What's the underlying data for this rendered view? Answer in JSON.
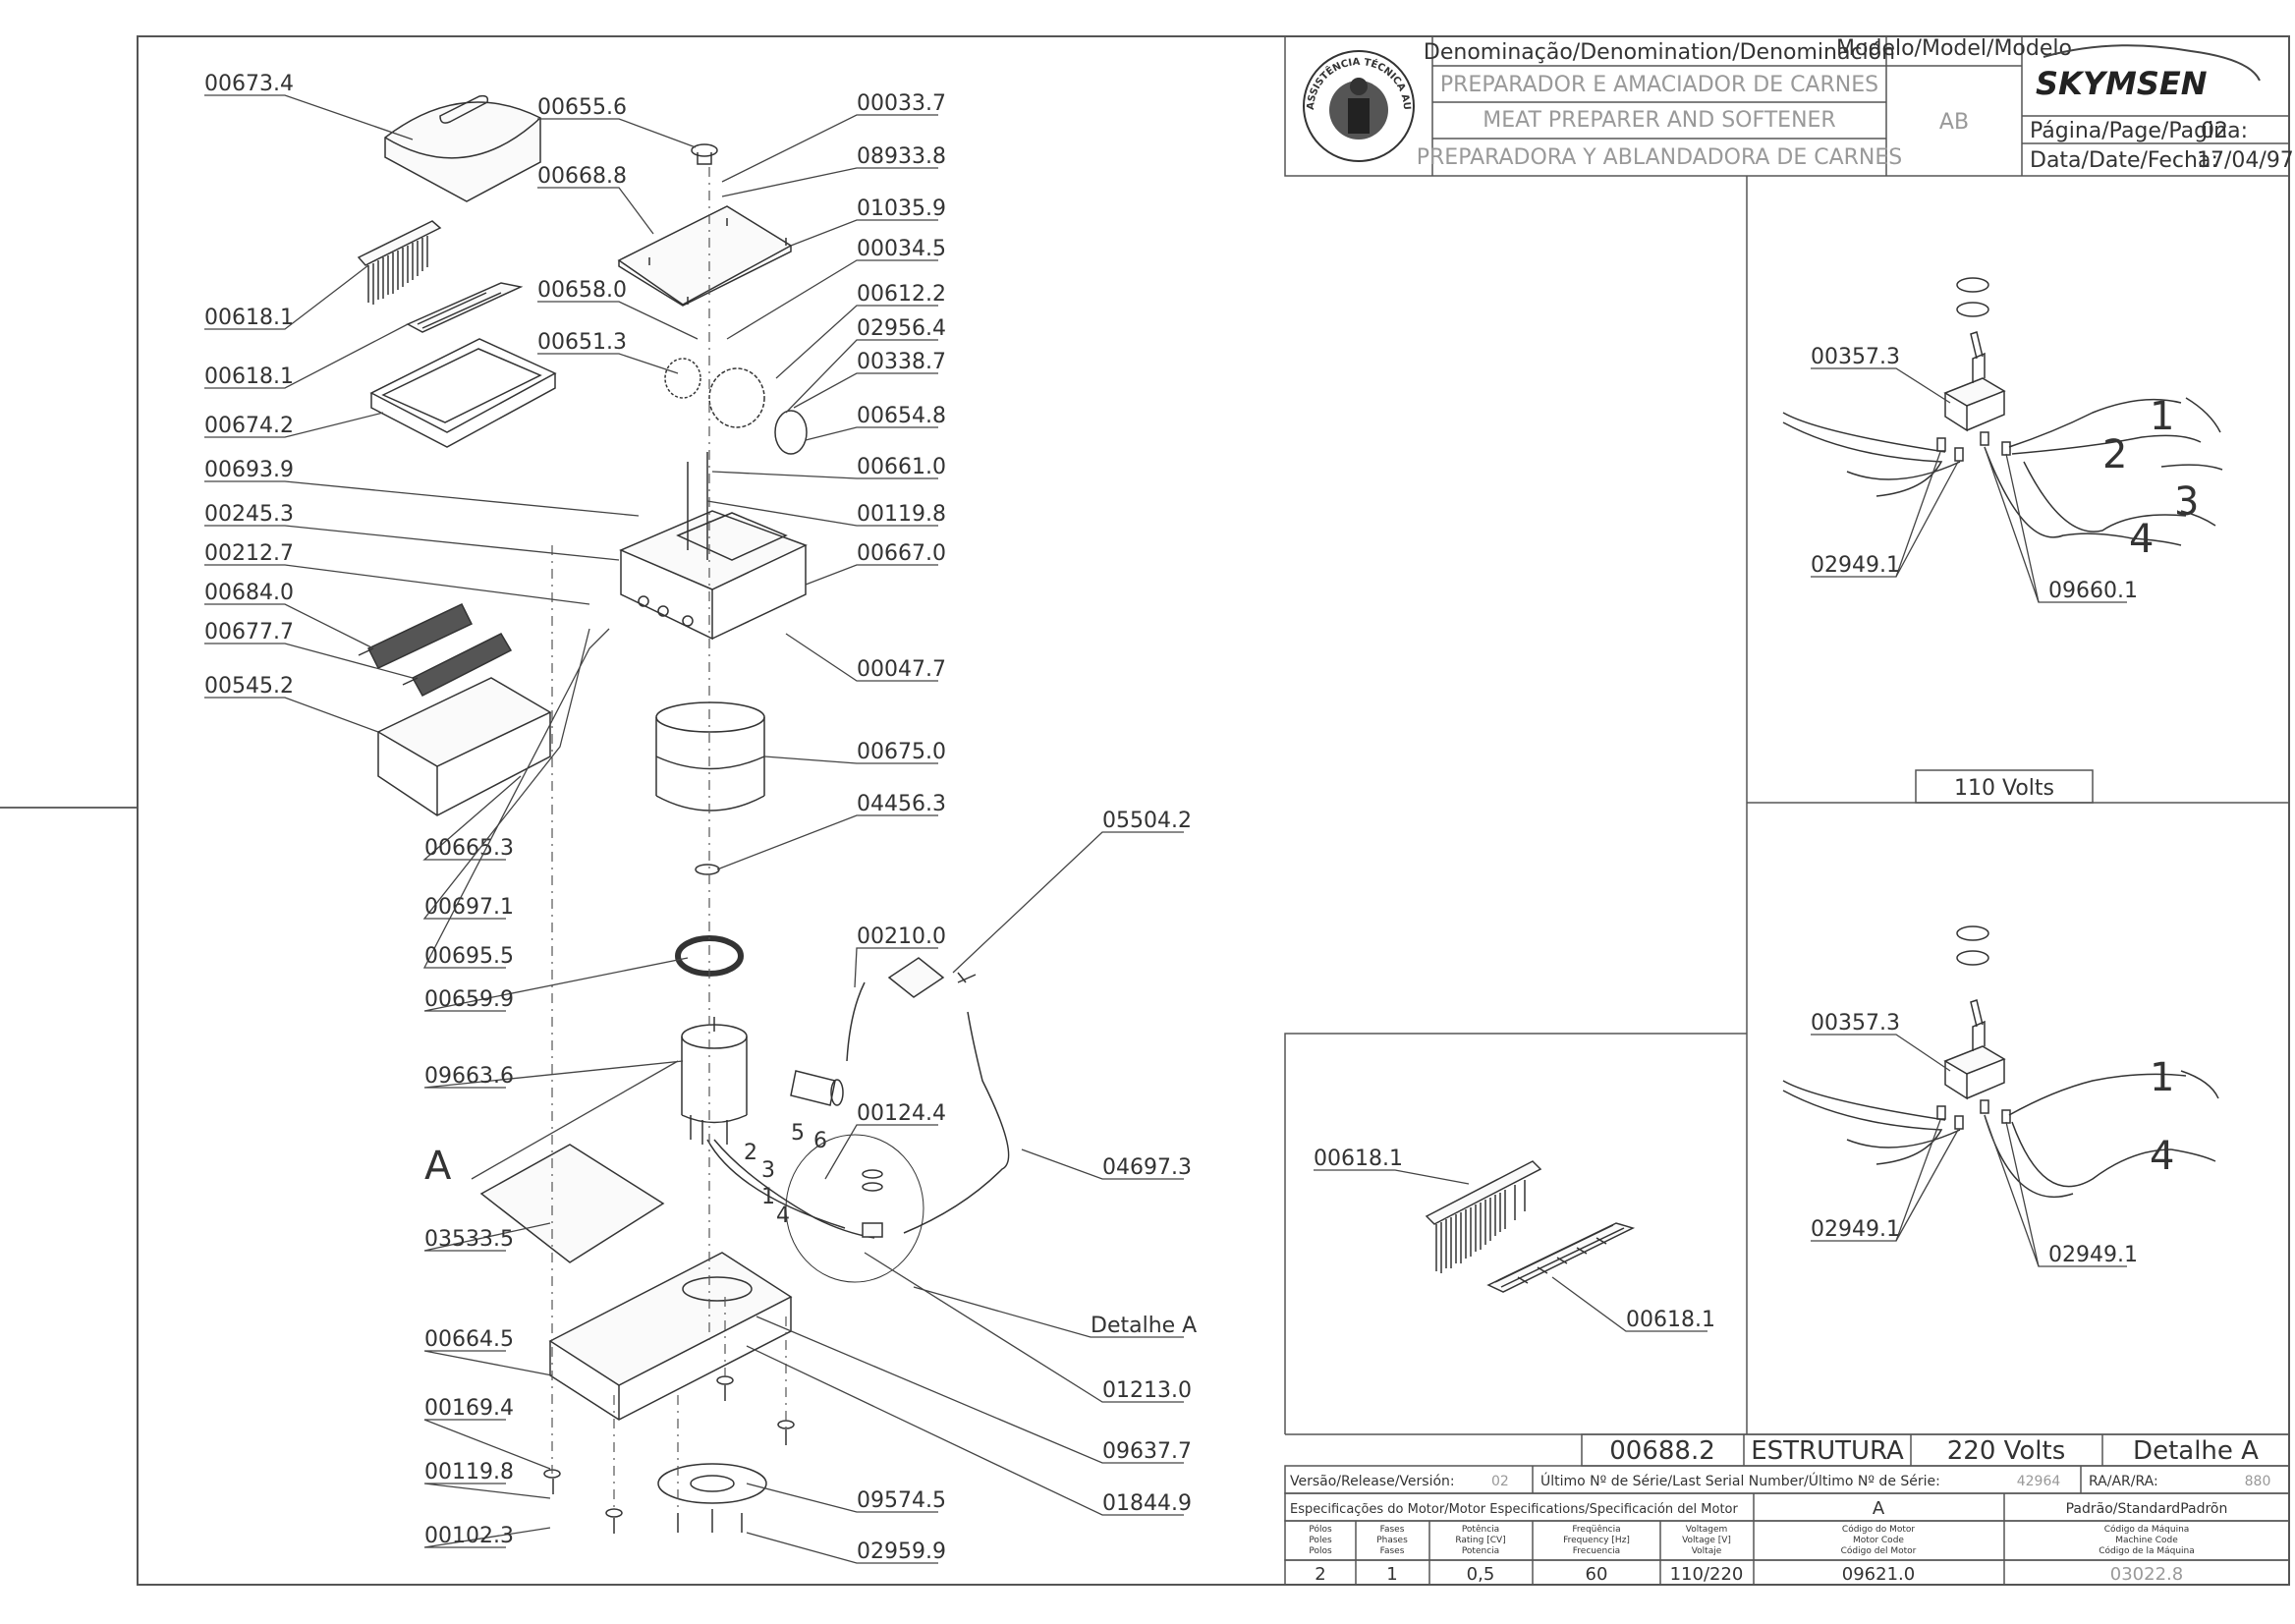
{
  "title_block": {
    "denomination_header": "Denominação/Denomination/Denominación",
    "model_header": "Modelo/Model/Modelo",
    "name_pt": "PREPARADOR E AMACIADOR DE CARNES",
    "name_en": "MEAT PREPARER AND SOFTENER",
    "name_es": "PREPARADORA Y ABLANDADORA DE CARNES",
    "model_value": "AB",
    "brand": "SKYMSEN",
    "page_label": "Página/Page/Pagina:",
    "page_value": "02",
    "date_label": "Data/Date/Fecha:",
    "date_value": "17/04/97",
    "seal_text": "ASSISTÊNCIA TÉCNICA AUTORIZADA"
  },
  "main_labels": [
    "00673.4",
    "00655.6",
    "00033.7",
    "08933.8",
    "00668.8",
    "01035.9",
    "00034.5",
    "00618.1",
    "00658.0",
    "00612.2",
    "02956.4",
    "00618.1",
    "00651.3",
    "00338.7",
    "00674.2",
    "00654.8",
    "00693.9",
    "00661.0",
    "00245.3",
    "00119.8",
    "00212.7",
    "00667.0",
    "00684.0",
    "00677.7",
    "00047.7",
    "00545.2",
    "00675.0",
    "04456.3",
    "00665.3",
    "05504.2",
    "00697.1",
    "00210.0",
    "00695.5",
    "00659.9",
    "09663.6",
    "A",
    "00124.4",
    "04697.3",
    "03533.5",
    "Detalhe A",
    "00664.5",
    "01213.0",
    "00169.4",
    "09637.7",
    "00119.8",
    "01844.9",
    "09574.5",
    "00102.3",
    "02959.9"
  ],
  "wire_numbers": [
    "5",
    "6",
    "2",
    "3",
    "1",
    "4"
  ],
  "detail_110": {
    "labels": [
      "00357.3",
      "02949.1",
      "09660.1"
    ],
    "wires": [
      "1",
      "2",
      "3",
      "4"
    ],
    "caption": "110 Volts"
  },
  "detail_220": {
    "labels": [
      "00357.3",
      "02949.1",
      "02949.1"
    ],
    "wires": [
      "1",
      "4"
    ],
    "caption": "220 Volts"
  },
  "detail_comb": {
    "labels": [
      "00618.1",
      "00618.1"
    ]
  },
  "footer": {
    "code": "00688.2",
    "structure": "ESTRUTURA",
    "voltage": "220 Volts",
    "detail": "Detalhe A",
    "version_label": "Versão/Release/Versión:",
    "version_value": "02",
    "serial_label": "Último Nº de Série/Last Serial Number/Último Nº de Série:",
    "serial_value": "42964",
    "ra_label": "RA/AR/RA:",
    "ra_value": "880",
    "motor_spec_label": "Especificações do Motor/Motor Especifications/Specificación del Motor",
    "col_a": "A",
    "standard_label": "Padrão/StandardPadrõn",
    "headers": [
      [
        "Pólos",
        "Poles",
        "Polos"
      ],
      [
        "Fases",
        "Phases",
        "Fases"
      ],
      [
        "Potência",
        "Rating [CV]",
        "Potencia"
      ],
      [
        "Freqüência",
        "Frequency [Hz]",
        "Frecuencia"
      ],
      [
        "Voltagem",
        "Voltage [V]",
        "Voltaje"
      ],
      [
        "Código do Motor",
        "Motor Code",
        "Código del Motor"
      ],
      [
        "Código da Máquina",
        "Machine Code",
        "Código de la Máquina"
      ]
    ],
    "values": [
      "2",
      "1",
      "0,5",
      "60",
      "110/220",
      "09621.0",
      "03022.8"
    ]
  }
}
